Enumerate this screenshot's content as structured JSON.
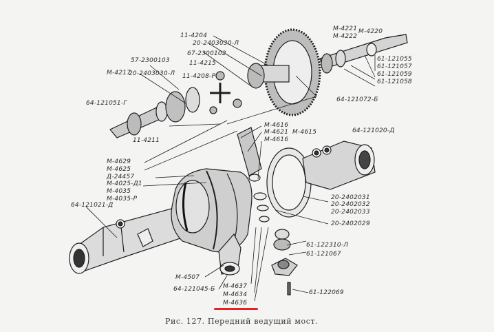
{
  "figure": {
    "caption": "Рис. 127. Передний ведущий мост.",
    "highlight_color": "#e8202a",
    "highlighted_label": "M-4636"
  },
  "labels": {
    "l_57_2300103": "57-2300103",
    "l_20_2403030_L": "20-2403030-Л",
    "l_M4217": "M-4217",
    "l_64_121051_G": "64-121051-Г",
    "l_11_4204": "11-4204",
    "l_20_2403030_A": "20-2403030-Л",
    "l_67_2300102": "67-2300102",
    "l_11_4215": "11-4215",
    "l_11_4208_R": "11-4208-Р",
    "l_11_4211": "11-4211",
    "l_M4221": "M-4221",
    "l_M4222": "M-4222",
    "l_M4220": "M-4220",
    "l_61_121055": "61-121055",
    "l_61_121057": "61-121057",
    "l_61_121059": "61-121059",
    "l_61_121058": "61-121058",
    "l_64_121072_B": "64-121072-Б",
    "l_M4616a": "M-4616",
    "l_M4621": "M-4621",
    "l_M4616b": "M-4616",
    "l_M4615": "M-4615",
    "l_64_121020_D": "64-121020-Д",
    "l_M4629": "M-4629",
    "l_M4625": "M-4625",
    "l_D24457": "Д-24457",
    "l_M4025_D1": "M-4025-Д1",
    "l_M4035": "M-4035",
    "l_M4035_R": "M-4035-Р",
    "l_64_121021_D": "64-121021-Д",
    "l_20_2402031": "20-2402031",
    "l_20_2402032": "20-2402032",
    "l_20_2402033": "20-2402033",
    "l_20_2402029": "20-2402029",
    "l_61_122310_L": "61-122310-Л",
    "l_61_121067": "61-121067",
    "l_61_122069": "61-122069",
    "l_M4507": "M-4507",
    "l_64_121045_B": "64-121045-Б",
    "l_M4637": "M-4637",
    "l_M4634": "M-4634",
    "l_M4636": "M-4636"
  }
}
